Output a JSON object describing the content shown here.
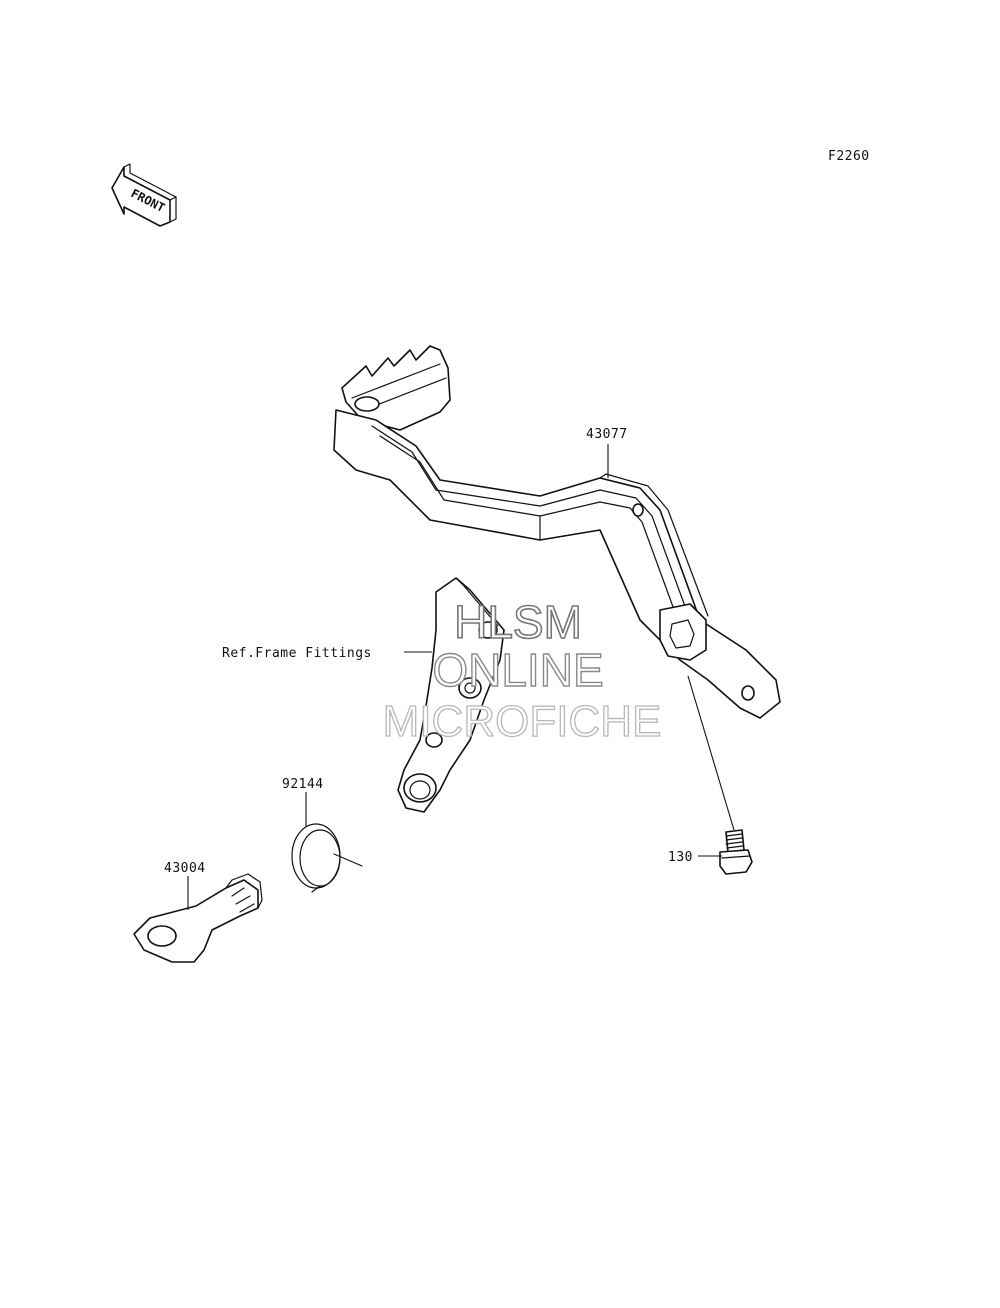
{
  "figure_code": "F2260",
  "front_arrow": {
    "label": "FRONT",
    "icon": "front-arrow-icon"
  },
  "parts": [
    {
      "number": "43077",
      "name": "brake-pedal"
    },
    {
      "number": "Ref.Frame Fittings",
      "name": "frame-fitting-reference"
    },
    {
      "number": "92144",
      "name": "spring"
    },
    {
      "number": "43004",
      "name": "shaft"
    },
    {
      "number": "130",
      "name": "bolt"
    }
  ],
  "watermark": {
    "line1": "HLSM",
    "line2": "ONLINE",
    "line3": "MICROFICHE"
  }
}
